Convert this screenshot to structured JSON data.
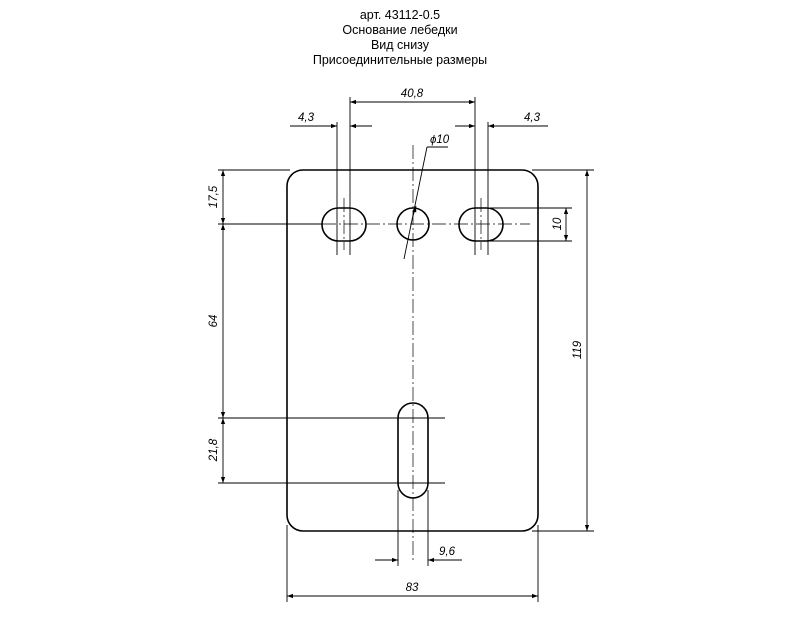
{
  "title": {
    "line1": "арт. 43112-0.5",
    "line2": "Основание лебедки",
    "line3": "Вид снизу",
    "line4": "Присоединительные размеры"
  },
  "dimensions": {
    "slot_spacing": "40,8",
    "slot_width_left": "4,3",
    "slot_width_right": "4,3",
    "hole_diameter": "ϕ10",
    "top_offset": "17,5",
    "slot_height": "10",
    "vertical_spacing": "64",
    "slot_length": "21,8",
    "overall_height": "119",
    "bottom_slot_width": "9,6",
    "overall_width": "83"
  }
}
